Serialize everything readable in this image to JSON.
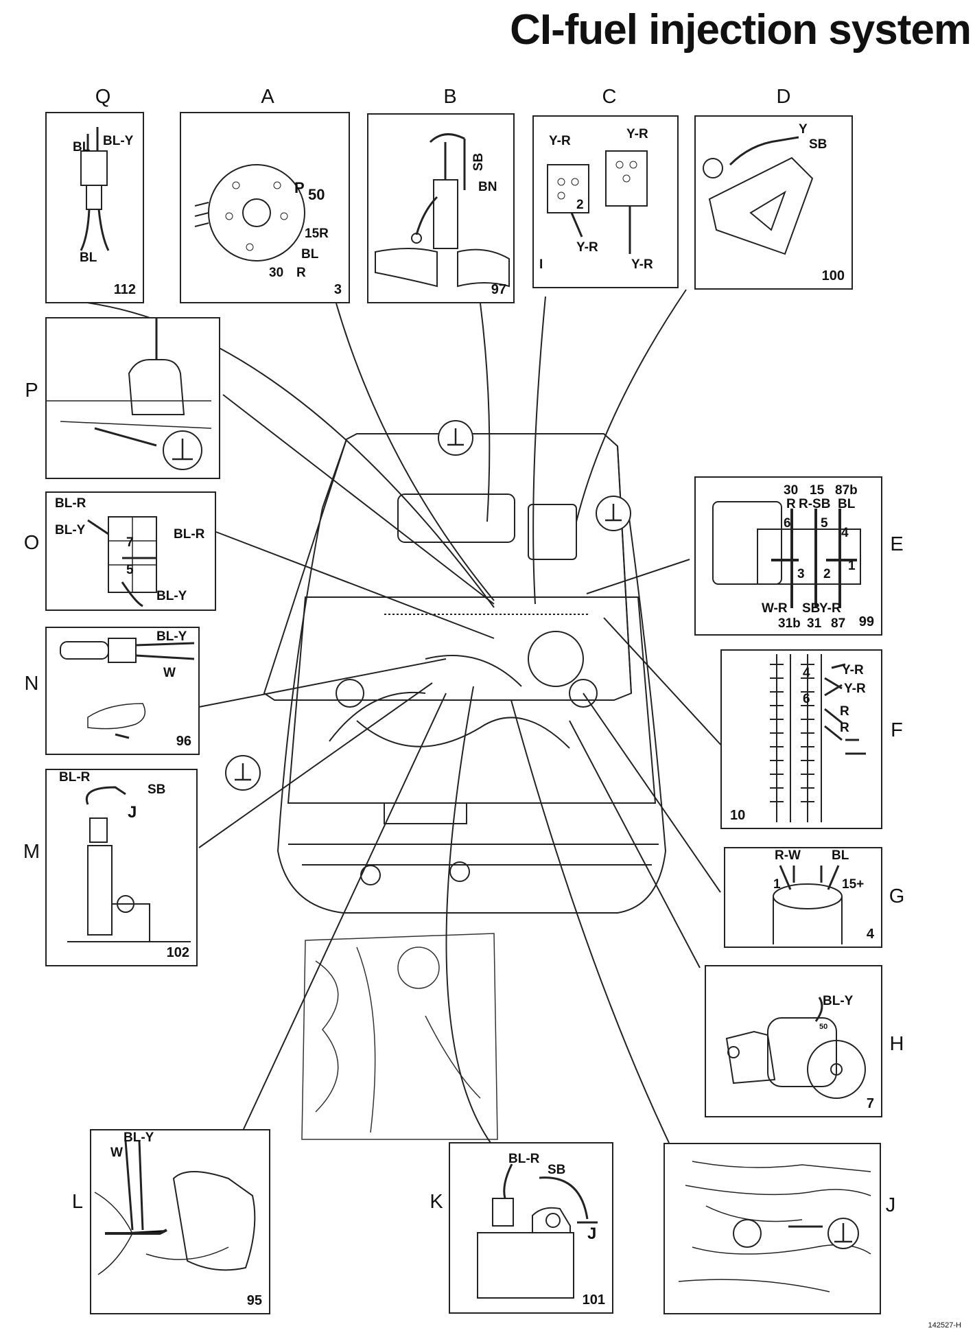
{
  "title": "CI-fuel injection system",
  "code": "142527-H",
  "ground_symbol": "⊥",
  "panels": {
    "Q": {
      "letter": "Q",
      "number": "112",
      "labels": [
        "BL",
        "BL-Y",
        "BL"
      ]
    },
    "A": {
      "letter": "A",
      "number": "3",
      "labels": [
        "P",
        "50",
        "15R",
        "BL",
        "30",
        "R"
      ]
    },
    "B": {
      "letter": "B",
      "number": "97",
      "labels": [
        "SB",
        "BN"
      ]
    },
    "C": {
      "letter": "C",
      "number": "",
      "labels": [
        "Y-R",
        "Y-R",
        "2",
        "Y-R",
        "I",
        "Y-R"
      ]
    },
    "D": {
      "letter": "D",
      "number": "100",
      "labels": [
        "Y",
        "SB"
      ]
    },
    "P": {
      "letter": "P",
      "number": "",
      "labels": []
    },
    "O": {
      "letter": "O",
      "number": "",
      "labels": [
        "BL-R",
        "BL-Y",
        "7",
        "BL-R",
        "5",
        "BL-Y"
      ]
    },
    "E": {
      "letter": "E",
      "number": "99",
      "labels": [
        "30",
        "15",
        "87b",
        "R",
        "R-SB",
        "BL",
        "6",
        "5",
        "4",
        "3",
        "2",
        "1",
        "W-R",
        "SB",
        "Y-R",
        "31b",
        "31",
        "87"
      ]
    },
    "N": {
      "letter": "N",
      "number": "96",
      "labels": [
        "BL-Y",
        "W"
      ]
    },
    "F": {
      "letter": "F",
      "number": "10",
      "labels": [
        "4",
        "Y-R",
        "Y-R",
        "6",
        "R",
        "R"
      ]
    },
    "M": {
      "letter": "M",
      "number": "102",
      "labels": [
        "BL-R",
        "SB",
        "J"
      ]
    },
    "G": {
      "letter": "G",
      "number": "4",
      "labels": [
        "R-W",
        "BL",
        "1",
        "15+"
      ]
    },
    "H": {
      "letter": "H",
      "number": "7",
      "labels": [
        "BL-Y",
        "50"
      ]
    },
    "L": {
      "letter": "L",
      "number": "95",
      "labels": [
        "BL-Y",
        "W"
      ]
    },
    "K": {
      "letter": "K",
      "number": "101",
      "labels": [
        "BL-R",
        "SB",
        "J"
      ]
    },
    "J": {
      "letter": "J",
      "number": "",
      "labels": []
    }
  }
}
